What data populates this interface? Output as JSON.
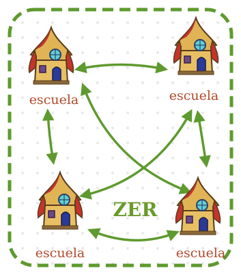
{
  "nodes": [
    {
      "id": "tl",
      "label": "escuela"
    },
    {
      "id": "tr",
      "label": "escuela"
    },
    {
      "id": "bl",
      "label": "escuela"
    },
    {
      "id": "br",
      "label": "escuela"
    }
  ],
  "center_label": "ZER",
  "colors": {
    "frame": "#5e9a2e",
    "arrow": "#5e9a2e",
    "label": "#b24a2a",
    "dots": "#e9e9e9"
  },
  "edges": [
    [
      "tl",
      "tr"
    ],
    [
      "tl",
      "bl"
    ],
    [
      "tl",
      "br"
    ],
    [
      "tr",
      "br"
    ],
    [
      "tr",
      "bl"
    ],
    [
      "bl",
      "br"
    ]
  ]
}
